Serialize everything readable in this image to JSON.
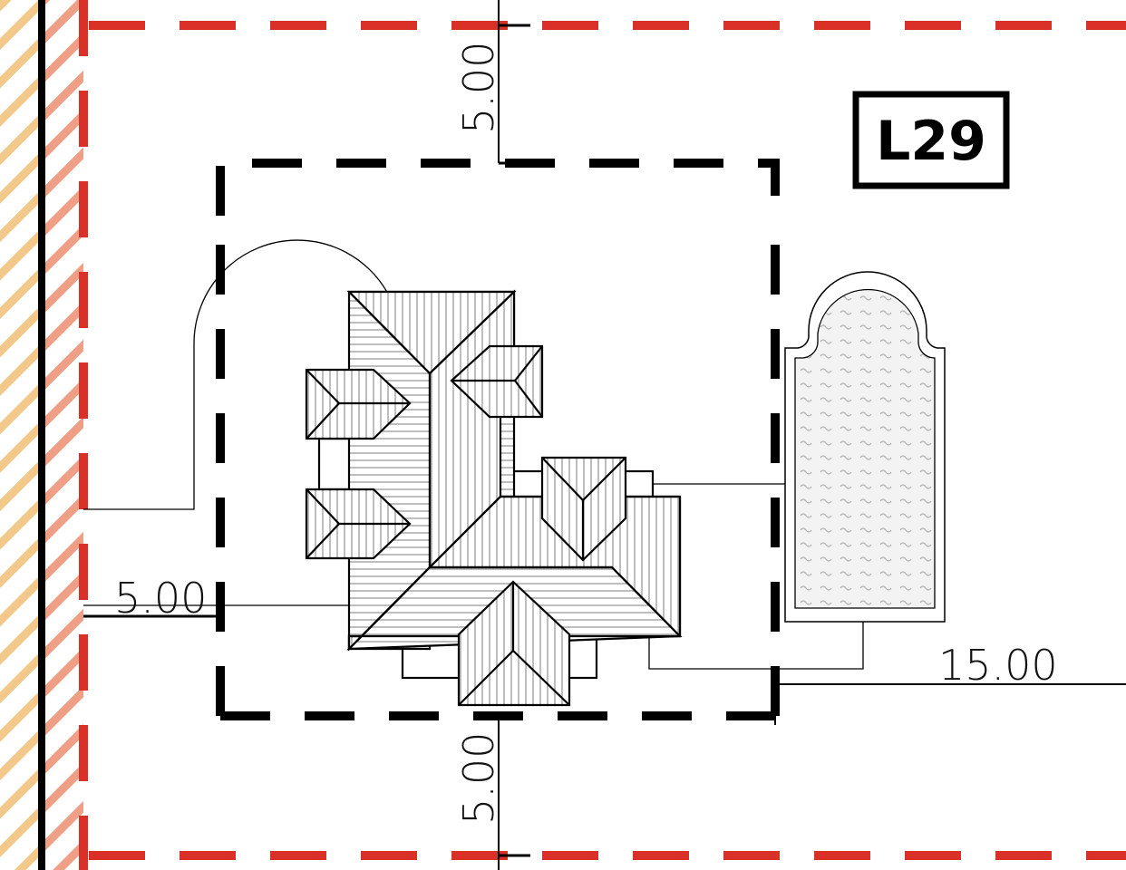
{
  "plot": {
    "lot_label": "L29",
    "dimensions": {
      "front_setback": "5.00",
      "left_setback": "5.00",
      "rear_setback": "5.00",
      "right_setback": "15.00"
    }
  },
  "colors": {
    "lot_boundary": "#d93028",
    "building_envelope": "#000000",
    "hatch_orange": "#f2c98a",
    "hatch_salmon": "#ef9f85",
    "roof_hatch": "#9a9a9a",
    "pool_fill": "#f1f1f1",
    "line": "#000000"
  }
}
